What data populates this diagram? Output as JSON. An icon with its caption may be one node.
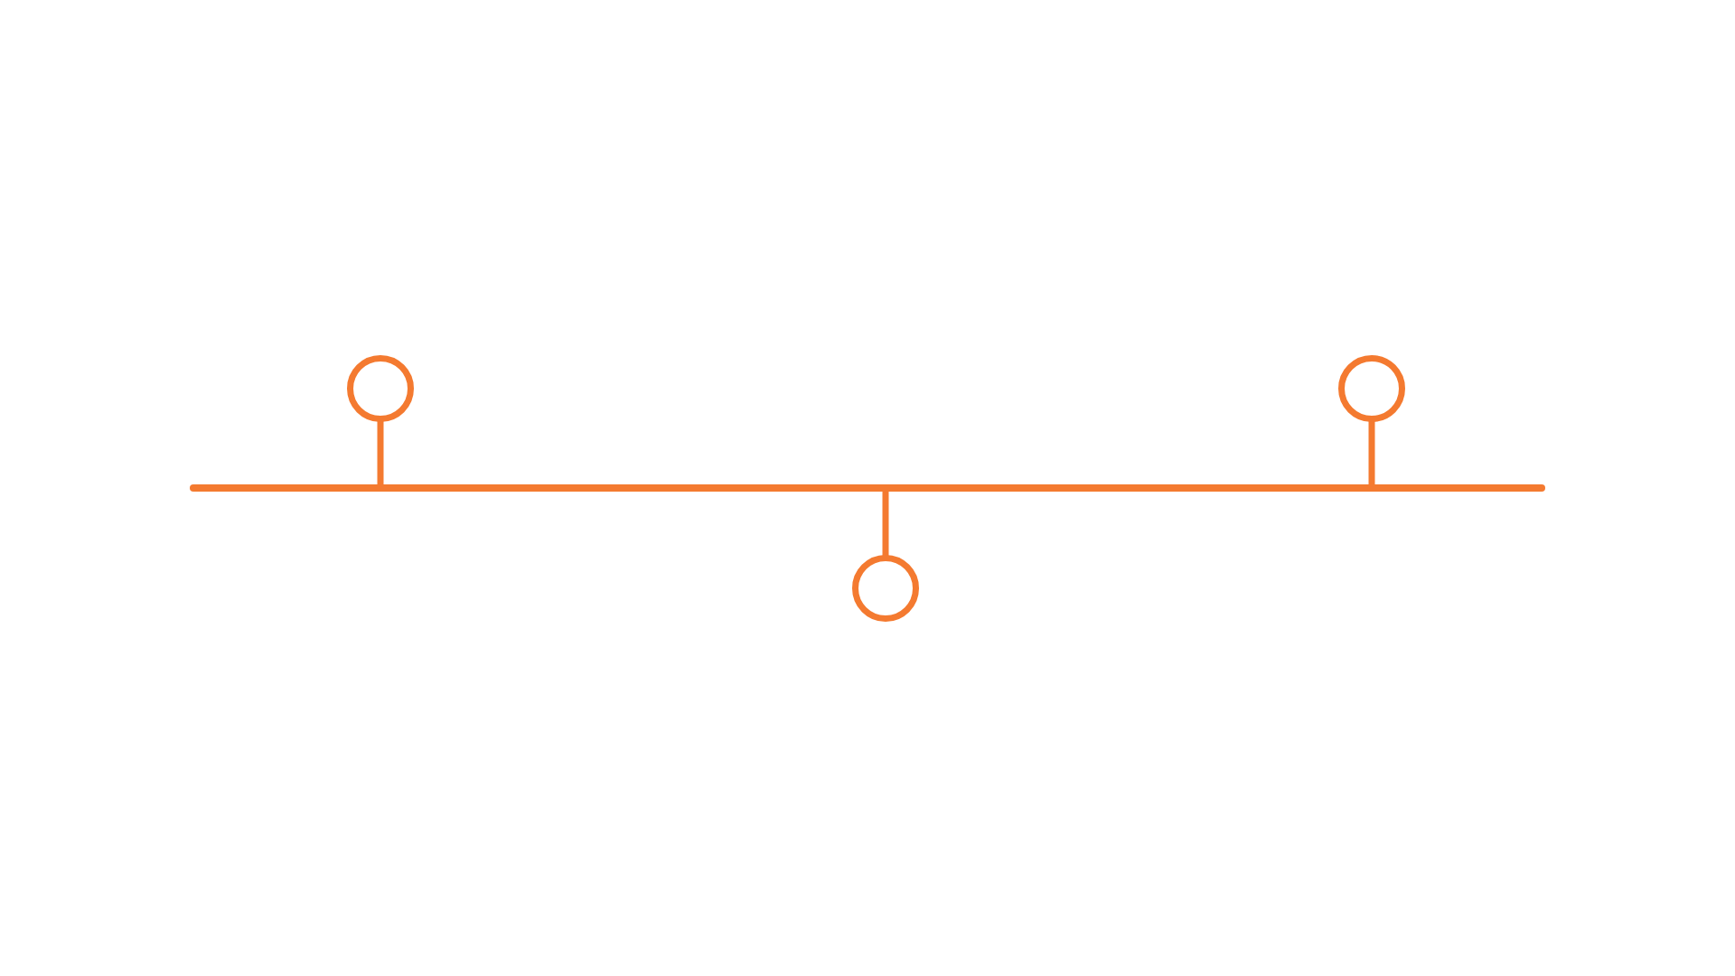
{
  "diagram": {
    "nodes": [
      {
        "text": [],
        "shape": "bar"
      },
      {
        "text": [],
        "shape": "circle"
      },
      {
        "text": [],
        "shape": "circle"
      },
      {
        "text": [],
        "shape": "circle"
      }
    ],
    "edges": [
      {
        "from": 1,
        "to": 0,
        "arrow": "none"
      },
      {
        "from": 0,
        "to": 2,
        "arrow": "none"
      },
      {
        "from": 3,
        "to": 0,
        "arrow": "none"
      }
    ]
  }
}
